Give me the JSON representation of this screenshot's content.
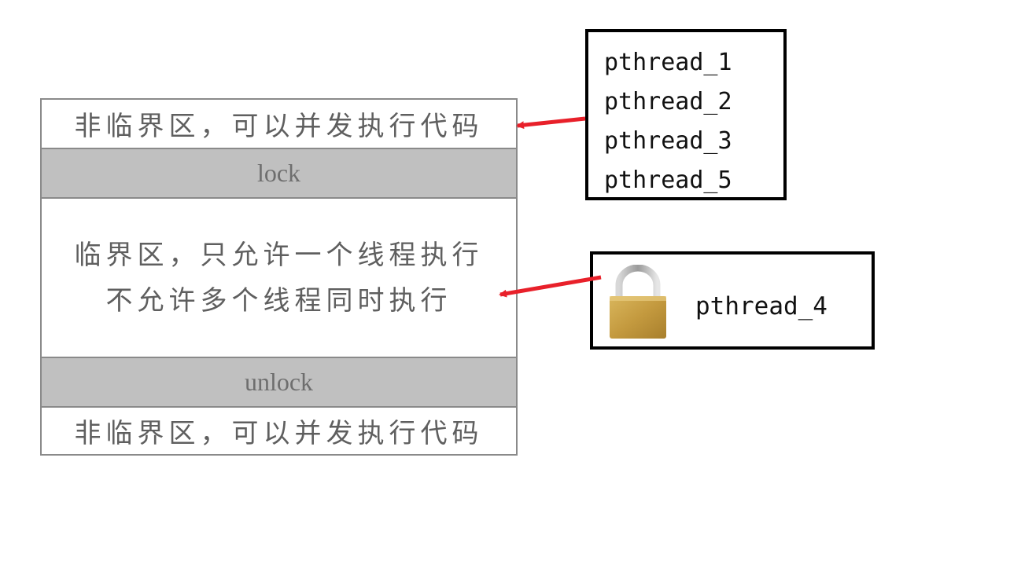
{
  "stack": {
    "non_critical_top": "非临界区，可以并发执行代码",
    "lock": "lock",
    "critical_line1": "临界区，只允许一个线程执行",
    "critical_line2": "不允许多个线程同时执行",
    "unlock": "unlock",
    "non_critical_bottom": "非临界区，可以并发执行代码"
  },
  "waiting_threads": [
    "pthread_1",
    "pthread_2",
    "pthread_3",
    "pthread_5"
  ],
  "lock_holder": {
    "thread": "pthread_4",
    "icon": "padlock-icon"
  },
  "colors": {
    "arrow": "#e8202a",
    "band_gray": "#c0c0c0",
    "lock_gold": "#c8a24a"
  }
}
